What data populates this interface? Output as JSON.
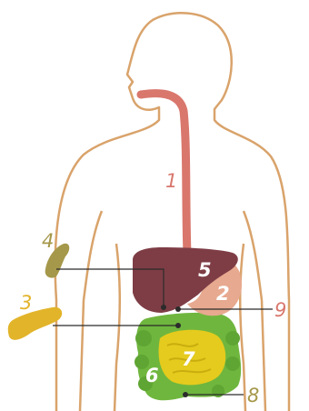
{
  "labels": {
    "l1": "1",
    "l2": "2",
    "l3": "3",
    "l4": "4",
    "l5": "5",
    "l6": "6",
    "l7": "7",
    "l8": "8",
    "l9": "9"
  },
  "colors": {
    "outline": "#d9a36b",
    "esophagus": "#d9776d",
    "liver": "#7e3d45",
    "stomach": "#e7a98f",
    "gallbladder": "#a5984a",
    "pancreas": "#e2b42a",
    "large_intestine": "#6fb63e",
    "small_intestine": "#e5cb1d",
    "label_red": "#d9776d",
    "label_olive": "#a5984a",
    "label_gold": "#e2b42a",
    "leader_line": "#2b2b2b"
  }
}
